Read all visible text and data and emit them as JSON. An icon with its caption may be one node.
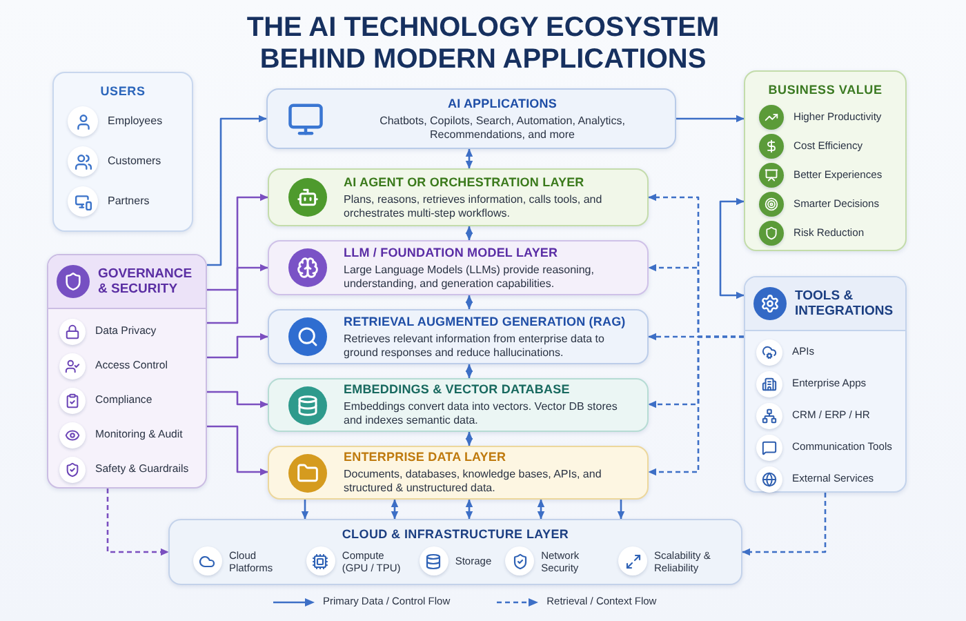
{
  "diagram": {
    "title": "THE AI TECHNOLOGY ECOSYSTEM BEHIND MODERN APPLICATIONS",
    "nodes": [
      {
        "text": [
          "USERS",
          "Employees",
          "Customers",
          "Partners"
        ]
      },
      {
        "text": [
          "GOVERNANCE & SECURITY",
          "Data Privacy",
          "Access Control",
          "Compliance",
          "Monitoring & Audit",
          "Safety & Guardrails"
        ]
      },
      {
        "text": [
          "AI APPLICATIONS",
          "Chatbots, Copilots, Search, Automation, Analytics, Recommendations, and more"
        ]
      },
      {
        "text": [
          "AI AGENT OR ORCHESTRATION LAYER",
          "Plans, reasons, retrieves information, calls tools, and orchestrates multi-step workflows."
        ]
      },
      {
        "text": [
          "LLM / FOUNDATION MODEL LAYER",
          "Large Language Models (LLMs) provide reasoning, understanding, and generation capabilities."
        ]
      },
      {
        "text": [
          "RETRIEVAL AUGMENTED GENERATION (RAG)",
          "Retrieves relevant information from enterprise data to ground responses and reduce hallucinations."
        ]
      },
      {
        "text": [
          "EMBEDDINGS & VECTOR DATABASE",
          "Embeddings convert data into vectors. Vector DB stores and indexes semantic data."
        ]
      },
      {
        "text": [
          "ENTERPRISE DATA LAYER",
          "Documents, databases, knowledge bases, APIs, and structured & unstructured data."
        ]
      },
      {
        "text": [
          "CLOUD & INFRASTRUCTURE LAYER",
          "Cloud Platforms",
          "Compute (GPU / TPU)",
          "Storage",
          "Network Security",
          "Scalability & Reliability"
        ]
      },
      {
        "text": [
          "BUSINESS VALUE",
          "Higher Productivity",
          "Cost Efficiency",
          "Better Experiences",
          "Smarter Decisions",
          "Risk Reduction"
        ]
      },
      {
        "text": [
          "TOOLS & INTEGRATIONS",
          "APIs",
          "Enterprise Apps",
          "CRM / ERP / HR",
          "Communication Tools",
          "External Services"
        ]
      }
    ],
    "edges": [
      {
        "from": 1,
        "to": 2,
        "arrow": "to"
      },
      {
        "from": 2,
        "to": 9,
        "arrow": "to"
      },
      {
        "from": 2,
        "to": 3,
        "arrow": "both"
      },
      {
        "from": 3,
        "to": 4,
        "arrow": "both"
      },
      {
        "from": 4,
        "to": 5,
        "arrow": "both"
      },
      {
        "from": 5,
        "to": 6,
        "arrow": "both"
      },
      {
        "from": 6,
        "to": 7,
        "arrow": "both"
      },
      {
        "from": 7,
        "to": 8,
        "arrow": "to"
      },
      {
        "from": 7,
        "to": 8,
        "arrow": "both"
      },
      {
        "from": 7,
        "to": 8,
        "arrow": "both"
      },
      {
        "from": 7,
        "to": 8,
        "arrow": "both"
      },
      {
        "from": 7,
        "to": 8,
        "arrow": "to"
      },
      {
        "from": 1,
        "to": 3,
        "arrow": "to",
        "color": "#7b4fc0"
      },
      {
        "from": 1,
        "to": 4,
        "arrow": "to",
        "color": "#7b4fc0"
      },
      {
        "from": 1,
        "to": 5,
        "arrow": "to",
        "color": "#7b4fc0"
      },
      {
        "from": 1,
        "to": 6,
        "arrow": "to",
        "color": "#7b4fc0"
      },
      {
        "from": 1,
        "to": 7,
        "arrow": "to",
        "color": "#7b4fc0"
      },
      {
        "from": 10,
        "to": 9,
        "arrow": "both"
      },
      {
        "from": 10,
        "to": 3,
        "arrow": "to",
        "style": "dashed"
      },
      {
        "from": 10,
        "to": 4,
        "arrow": "to",
        "style": "dashed"
      },
      {
        "from": 10,
        "to": 5,
        "arrow": "to",
        "style": "dashed"
      },
      {
        "from": 10,
        "to": 6,
        "arrow": "to",
        "style": "dashed"
      },
      {
        "from": 10,
        "to": 7,
        "arrow": "to",
        "style": "dashed"
      },
      {
        "from": 10,
        "to": 8,
        "arrow": "to",
        "style": "dashed"
      },
      {
        "from": 1,
        "to": 8,
        "arrow": "to",
        "style": "dashed",
        "color": "#7b4fc0"
      }
    ],
    "legend": [
      {
        "text": "Primary Data / Control Flow"
      },
      {
        "text": "Retrieval / Context Flow"
      }
    ]
  }
}
